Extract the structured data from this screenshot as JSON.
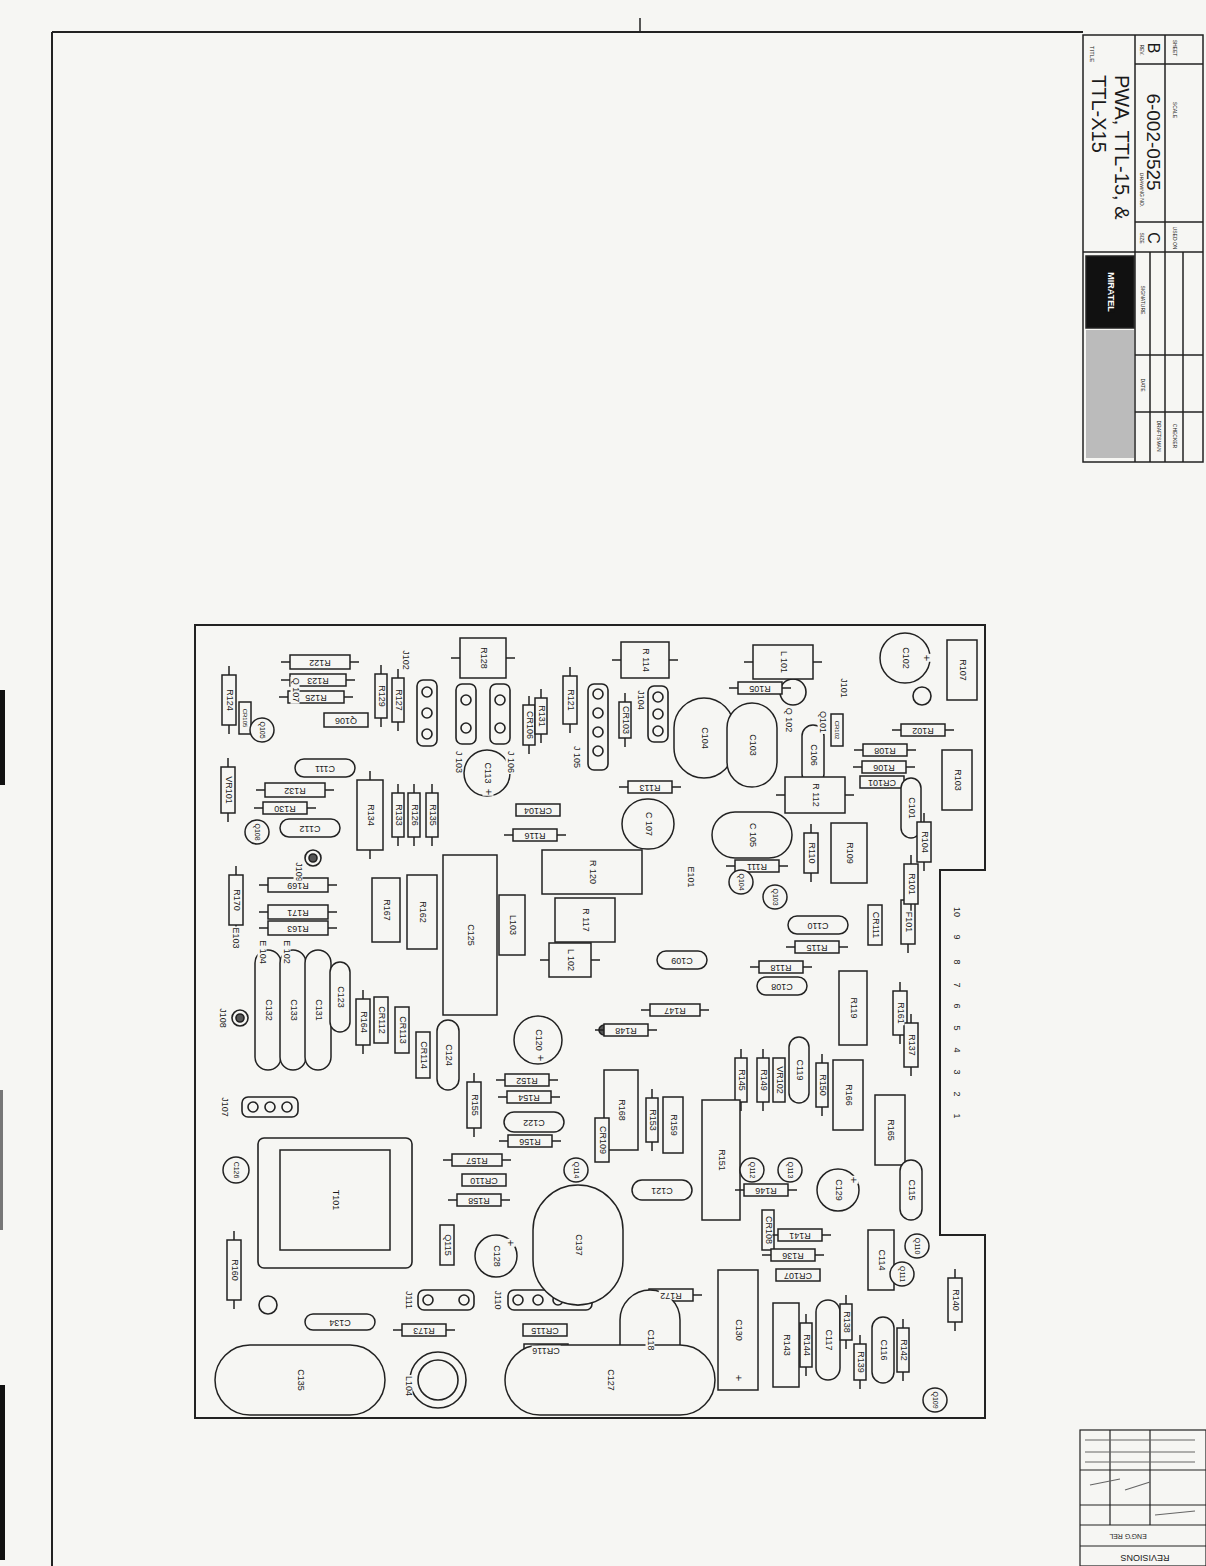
{
  "diagram": {
    "title": "PWA, TTL-15, & TTL-X15",
    "labels": [
      "R122",
      "R123",
      "R125",
      "R124",
      "CR105",
      "Q 107",
      "Q105",
      "Q106",
      "R129",
      "R127",
      "J102",
      "R128",
      "J 103",
      "J 106",
      "CR106",
      "R131",
      "R121",
      "J 105",
      "CR103",
      "J104",
      "R 114",
      "L 101",
      "R105",
      "C102",
      "+",
      "R107",
      "J101",
      "Q101",
      "Q 102",
      "CR102",
      "C104",
      "C103",
      "C106",
      "R102",
      "R108",
      "R106",
      "CR101",
      "R103",
      "C111",
      "VR101",
      "R132",
      "R130",
      "C112",
      "Q108",
      "J109",
      "R134",
      "R133",
      "R126",
      "R135",
      "C113",
      "+",
      "R113",
      "CR104",
      "R116",
      "C 107",
      "C 105",
      "R 112",
      "C101",
      "R104",
      "R110",
      "R109",
      "R111",
      "R 120",
      "R170",
      "R169",
      "R171",
      "R163",
      "E103",
      "E 104",
      "E 102",
      "R167",
      "R162",
      "C125",
      "L103",
      "R 117",
      "E101",
      "Q104",
      "Q103",
      "C110",
      "CR111",
      "F101",
      "R101",
      "10",
      "R115",
      "L 102",
      "C109",
      "R118",
      "C108",
      "R119",
      "9",
      "8",
      "7",
      "6",
      "5",
      "4",
      "3",
      "2",
      "1",
      "J108",
      "C132",
      "C133",
      "C131",
      "C123",
      "R164",
      "CR112",
      "CR113",
      "CR114",
      "C124",
      "C120",
      "+",
      "R147",
      "R148",
      "R161",
      "R137",
      "R145",
      "R149",
      "VR102",
      "C119",
      "R150",
      "R166",
      "R165",
      "J107",
      "R152",
      "R155",
      "R154",
      "C122",
      "R156",
      "R168",
      "R153",
      "R159",
      "R151",
      "Q112",
      "Q113",
      "T101",
      "C126",
      "R157",
      "CR109",
      "Q114",
      "CR110",
      "R158",
      "C121",
      "R146",
      "C129",
      "+",
      "C115",
      "Q115",
      "C128",
      "+",
      "C137",
      "CR108",
      "R141",
      "R136",
      "CR107",
      "C114",
      "Q110",
      "Q111",
      "R140",
      "R160",
      "J111",
      "J110",
      "R172",
      "C118",
      "C130",
      "+",
      "R143",
      "R144",
      "C117",
      "R138",
      "R139",
      "C116",
      "R142",
      "Q109",
      "C134",
      "R173",
      "CR115",
      "CR116",
      "L104",
      "C135",
      "C127",
      "TITLE",
      "REV.",
      "B",
      "DRAWING NO.",
      "6-002-0525",
      "SIZE",
      "C",
      "USED ON",
      "SCALE",
      "SHEET",
      "MIRATEL",
      "SIGNATURE",
      "DATE",
      "DRAFTSMAN",
      "CHECKER",
      "REVISIONS",
      "ENG'G REL"
    ]
  }
}
